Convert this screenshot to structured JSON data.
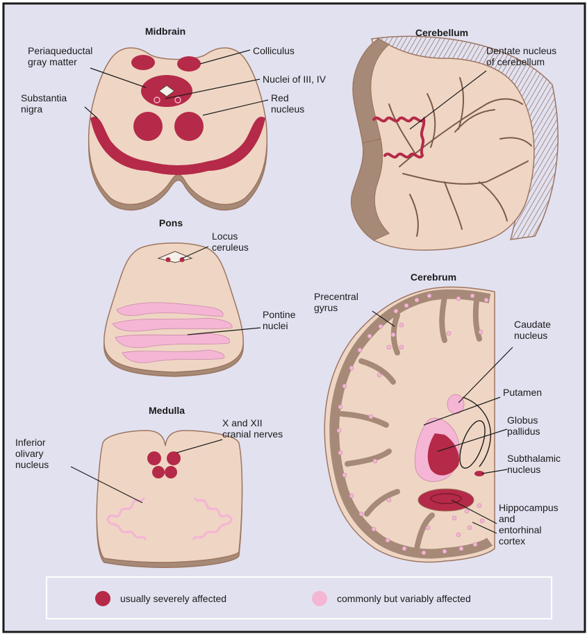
{
  "colors": {
    "background": "#e2e1f0",
    "tissue": "#efd6c4",
    "tissue_edge": "#9c7560",
    "tissue_shade": "#a68a77",
    "severe": "#b52a48",
    "variable": "#f4b6d4",
    "border": "#1a1a1a"
  },
  "midbrain": {
    "title": "Midbrain",
    "labels": {
      "periaqueductal": [
        "Periaqueductal",
        "gray matter"
      ],
      "colliculus": [
        "Colliculus"
      ],
      "nuclei": [
        "Nuclei of III, IV"
      ],
      "substantia": [
        "Substantia",
        "nigra"
      ],
      "red": [
        "Red",
        "nucleus"
      ]
    }
  },
  "cerebellum": {
    "title": "Cerebellum",
    "labels": {
      "dentate": [
        "Dentate nucleus",
        "of cerebellum"
      ]
    }
  },
  "pons": {
    "title": "Pons",
    "labels": {
      "locus": [
        "Locus",
        "ceruleus"
      ],
      "pontine": [
        "Pontine",
        "nuclei"
      ]
    }
  },
  "medulla": {
    "title": "Medulla",
    "labels": {
      "xxii": [
        "X and XII",
        "cranial nerves"
      ],
      "inferior": [
        "Inferior",
        "olivary",
        "nucleus"
      ]
    }
  },
  "cerebrum": {
    "title": "Cerebrum",
    "labels": {
      "precentral": [
        "Precentral",
        "gyrus"
      ],
      "caudate": [
        "Caudate",
        "nucleus"
      ],
      "putamen": [
        "Putamen"
      ],
      "globus": [
        "Globus",
        "pallidus"
      ],
      "subthalamic": [
        "Subthalamic",
        "nucleus"
      ],
      "hippocampus": [
        "Hippocampus",
        "and",
        "entorhinal",
        "cortex"
      ]
    }
  },
  "legend": {
    "severe": "usually severely affected",
    "variable": "commonly but variably affected"
  }
}
